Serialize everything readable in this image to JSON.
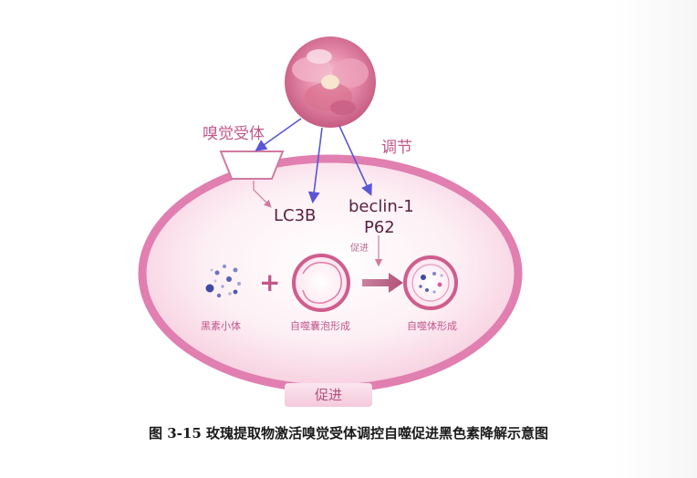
{
  "labels": {
    "olfactory_receptor": "嗅觉受体",
    "regulate": "调节",
    "lc3b": "LC3B",
    "beclin": "beclin-1",
    "p62": "P62",
    "promote_small": "促进",
    "melanosome": "黑素小体",
    "autophagosome_formation": "自噬囊泡形成",
    "autolysosome_formation": "自噬体形成",
    "plus": "+"
  },
  "badge": {
    "text": "促进"
  },
  "caption": "图 3-15 玫瑰提取物激活嗅觉受体调控自噬促进黑色素降解示意图",
  "colors": {
    "cell_border": "#e07fb0",
    "cell_fill": "#fbe4ee",
    "arrow_blue": "#5b56d6",
    "text_pink": "#c0578a",
    "text_dark": "#5a1f3f"
  },
  "icons": [
    "rose-image",
    "receptor-trapezoid",
    "melanosome-dots",
    "autophagosome-circle",
    "autolysosome-circle",
    "forward-arrow"
  ]
}
